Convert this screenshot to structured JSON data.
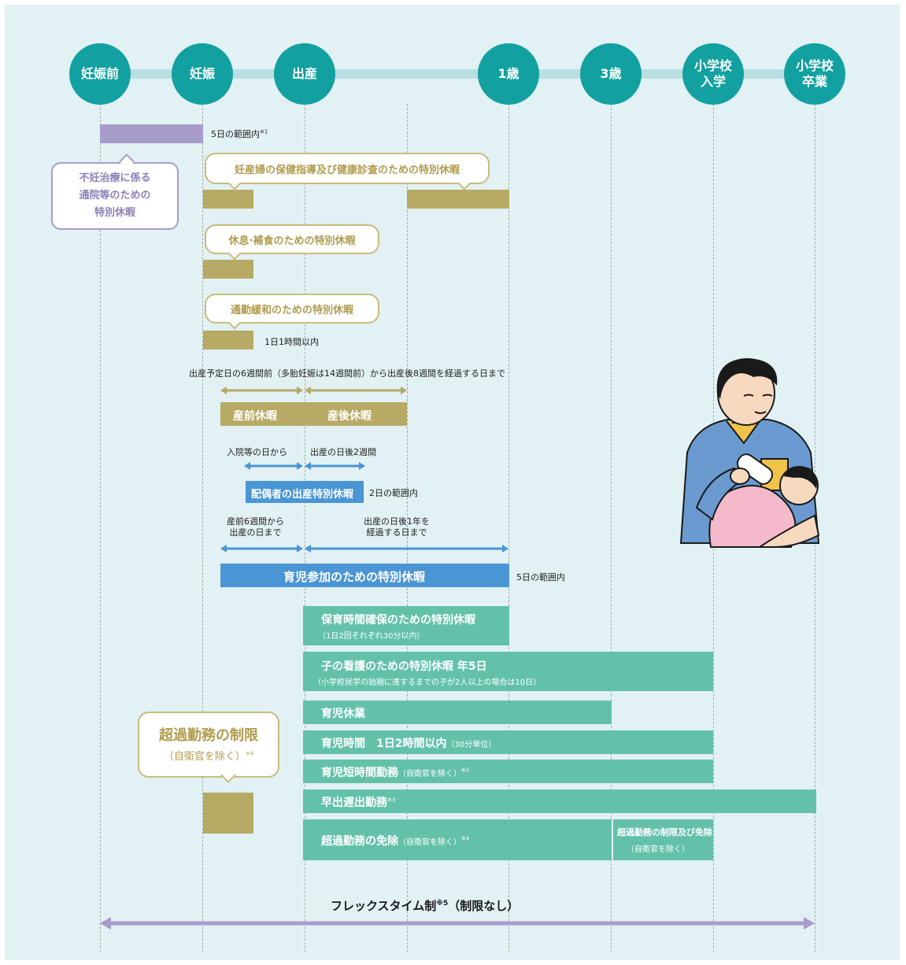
{
  "stages": [
    {
      "label": "妊娠前"
    },
    {
      "label": "妊娠"
    },
    {
      "label": "出産"
    },
    {
      "label": "1歳"
    },
    {
      "label": "3歳"
    },
    {
      "label": "小学校\n入学"
    },
    {
      "label": "小学校\n卒業"
    }
  ],
  "infertility": {
    "range_note": "5日の範囲内",
    "range_note_mark": "※1",
    "callout": "不妊治療に係る\n通院等のための\n特別休暇"
  },
  "maternal_health": {
    "callout": "妊産婦の保健指導及び健康診査のための特別休暇"
  },
  "rest_meal": {
    "callout": "休息·補食のための特別休暇"
  },
  "commute": {
    "callout": "通勤緩和のための特別休暇",
    "note": "1日1時間以内"
  },
  "maternity": {
    "period_note": "出産予定日の6週間前（多胎妊娠は14週間前）から出産後8週間を経過する日まで",
    "pre_label": "産前休暇",
    "post_label": "産後休暇"
  },
  "spouse_birth": {
    "left_note": "入院等の日から",
    "right_note": "出産の日後2週間",
    "label": "配偶者の出産特別休暇",
    "range_note": "2日の範囲内"
  },
  "childcare_participation": {
    "left_note": "産前6週間から\n出産の日まで",
    "right_note": "出産の日後1年を\n経過する日まで",
    "label": "育児参加のための特別休暇",
    "range_note": "5日の範囲内"
  },
  "nursing_time": {
    "label": "保育時間確保のための特別休暇",
    "sub": "（1日2回それぞれ30分以内）"
  },
  "child_care_leave": {
    "label": "子の看護のための特別休暇 年5日",
    "sub": "（小学校就学の始期に達するまでの子が2人以上の場合は10日）"
  },
  "parental_leave": {
    "label": "育児休業"
  },
  "childcare_hours": {
    "label": "育児時間　1日2時間以内",
    "sub": "（30分単位）"
  },
  "short_hours": {
    "label": "育児短時間勤務",
    "sub": "（自衛官を除く）",
    "mark": "※2"
  },
  "staggered": {
    "label": "早出遅出勤務",
    "mark": "※3"
  },
  "overtime_exempt": {
    "label": "超過勤務の免除",
    "sub": "（自衛官を除く）",
    "mark": "※4"
  },
  "overtime_limit_exempt": {
    "label": "超過勤務の制限及び免除",
    "sub": "（自衛官を除く）"
  },
  "overtime_limit": {
    "label": "超過勤務の制限",
    "sub": "（自衛官を除く）",
    "mark": "※4"
  },
  "flex": {
    "label_a": "フレックスタイム制",
    "mark": "※5",
    "label_b": "（制限なし）"
  },
  "colors": {
    "teal": "#12a1a0",
    "olive": "#b6aa64",
    "purple": "#a89ccb",
    "blue": "#4a95d3",
    "green": "#63c1aa",
    "background": "#e2f1f4"
  }
}
